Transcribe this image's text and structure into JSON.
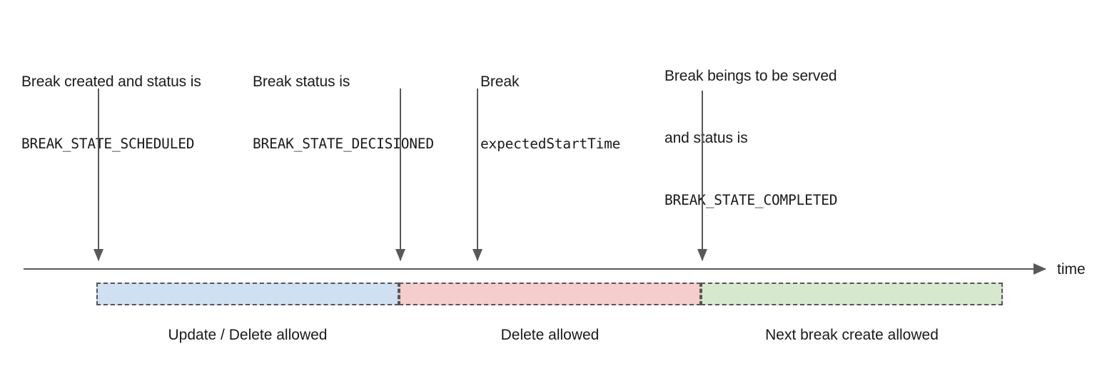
{
  "diagram": {
    "title": "Break lifecycle timeline",
    "axis": {
      "label": "time",
      "arrow_icon": "arrow-right-icon"
    },
    "annotations": [
      {
        "id": "scheduled",
        "lines": [
          {
            "text": "Break created and status is",
            "style": "sans"
          },
          {
            "text": "BREAK_STATE_SCHEDULED",
            "style": "mono"
          }
        ]
      },
      {
        "id": "decisioned",
        "lines": [
          {
            "text": "Break status is",
            "style": "sans"
          },
          {
            "text": "BREAK_STATE_DECISIONED",
            "style": "mono"
          }
        ]
      },
      {
        "id": "expected-start-time",
        "lines": [
          {
            "text": "Break",
            "style": "sans"
          },
          {
            "text": "expectedStartTime",
            "style": "mono"
          }
        ]
      },
      {
        "id": "completed",
        "lines": [
          {
            "text": "Break beings to be served",
            "style": "sans"
          },
          {
            "text": "and status is",
            "style": "sans"
          },
          {
            "text": "BREAK_STATE_COMPLETED",
            "style": "mono"
          }
        ]
      }
    ],
    "phases": [
      {
        "id": "update-delete",
        "caption": "Update / Delete allowed",
        "color": "#cfe0f2",
        "border_color": "#555555"
      },
      {
        "id": "delete-only",
        "caption": "Delete allowed",
        "color": "#f5cdcd",
        "border_color": "#555555"
      },
      {
        "id": "next-break-create",
        "caption": "Next break create allowed",
        "color": "#d6e9ce",
        "border_color": "#555555"
      }
    ],
    "colors": {
      "line": "#595959",
      "text": "#1a1a1a",
      "background": "#ffffff"
    }
  }
}
